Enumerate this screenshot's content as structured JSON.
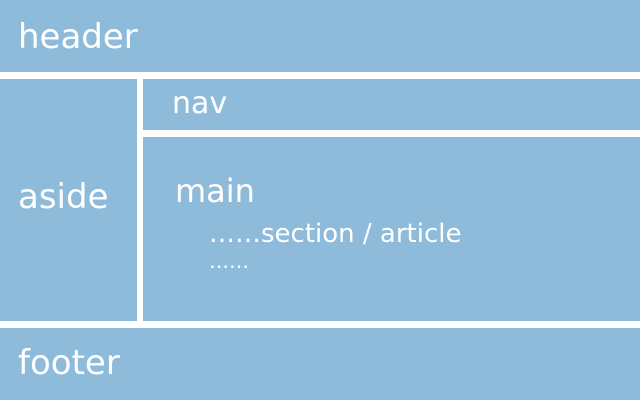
{
  "header": {
    "label": "header"
  },
  "aside": {
    "label": "aside"
  },
  "nav": {
    "label": "nav"
  },
  "main": {
    "label": "main",
    "content_line": "……section / article",
    "continuation": "……"
  },
  "footer": {
    "label": "footer"
  },
  "colors": {
    "block_fill": "#8fbbdb",
    "divider": "#ffffff",
    "text": "#ffffff"
  }
}
